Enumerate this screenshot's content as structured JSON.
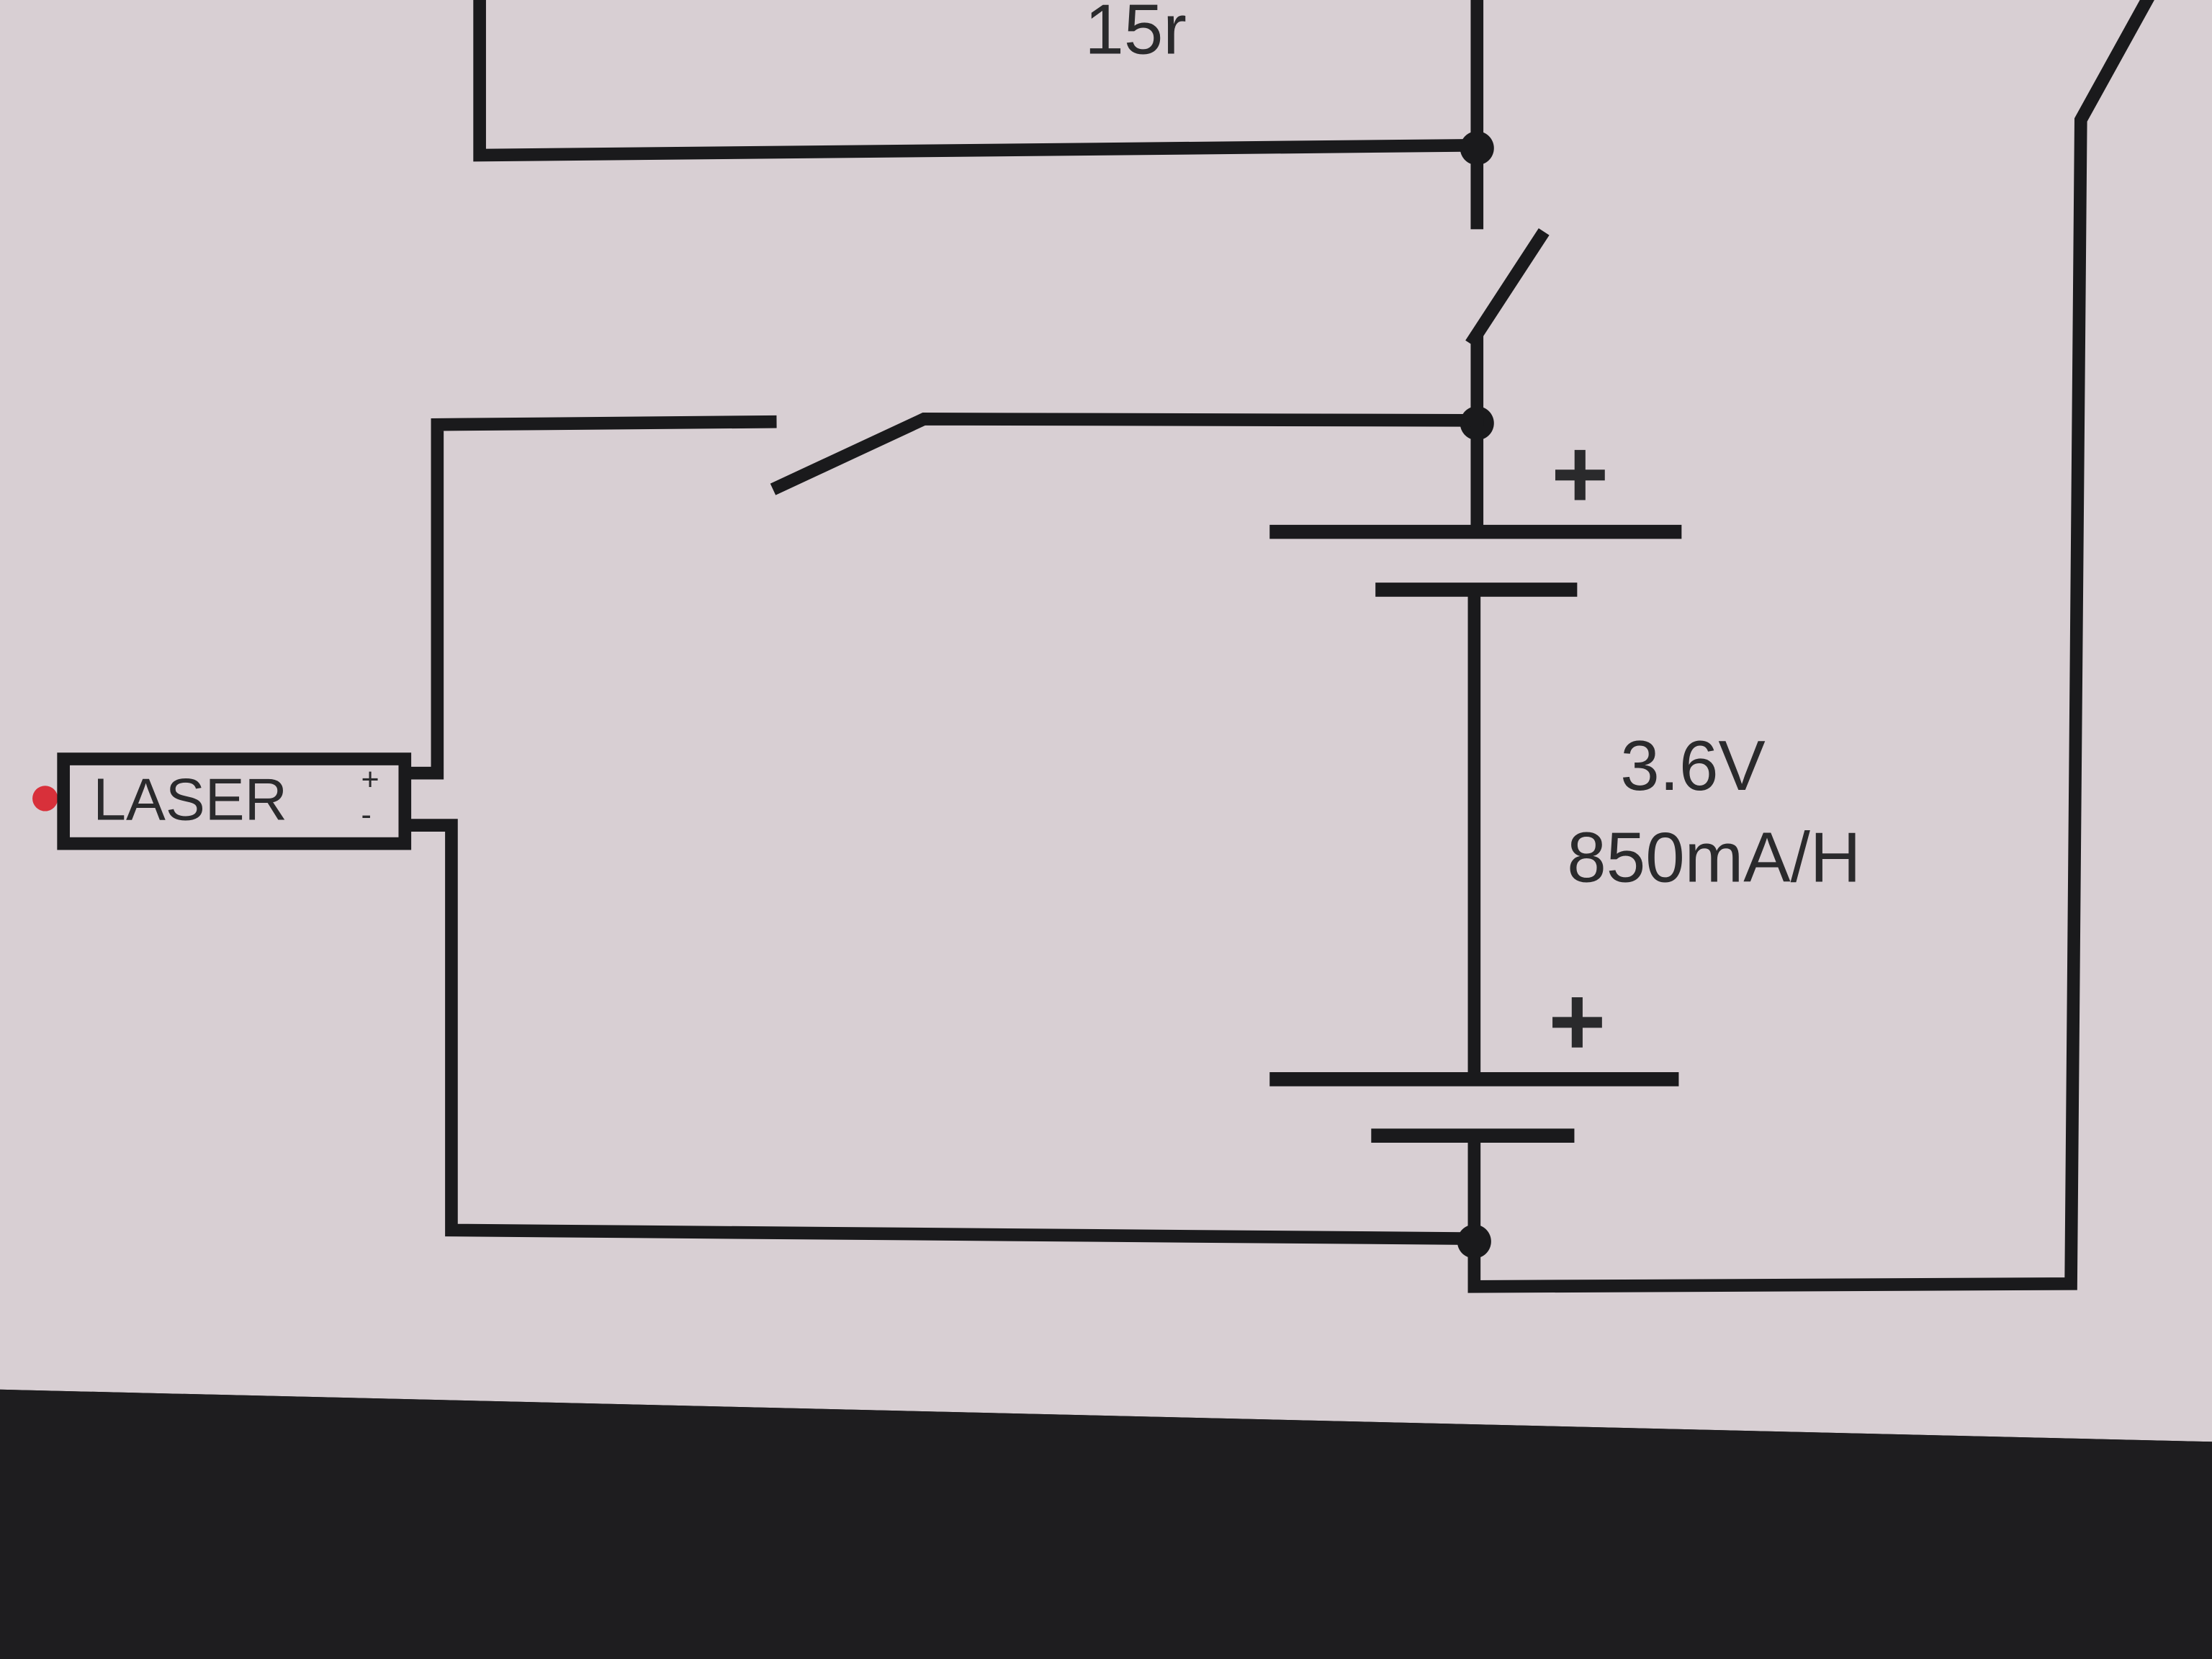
{
  "diagram": {
    "resistor_label": "15r",
    "laser_label": "LASER",
    "laser_plus": "+",
    "laser_minus": "-",
    "battery_top_plus": "+",
    "battery_bottom_plus": "+",
    "battery_voltage": "3.6V",
    "battery_capacity": "850mA/H"
  },
  "colors": {
    "paper": "#d8cfd3",
    "ink": "#1a1a1c",
    "laser_dot": "#d8303a",
    "background": "#1c1c1c"
  }
}
